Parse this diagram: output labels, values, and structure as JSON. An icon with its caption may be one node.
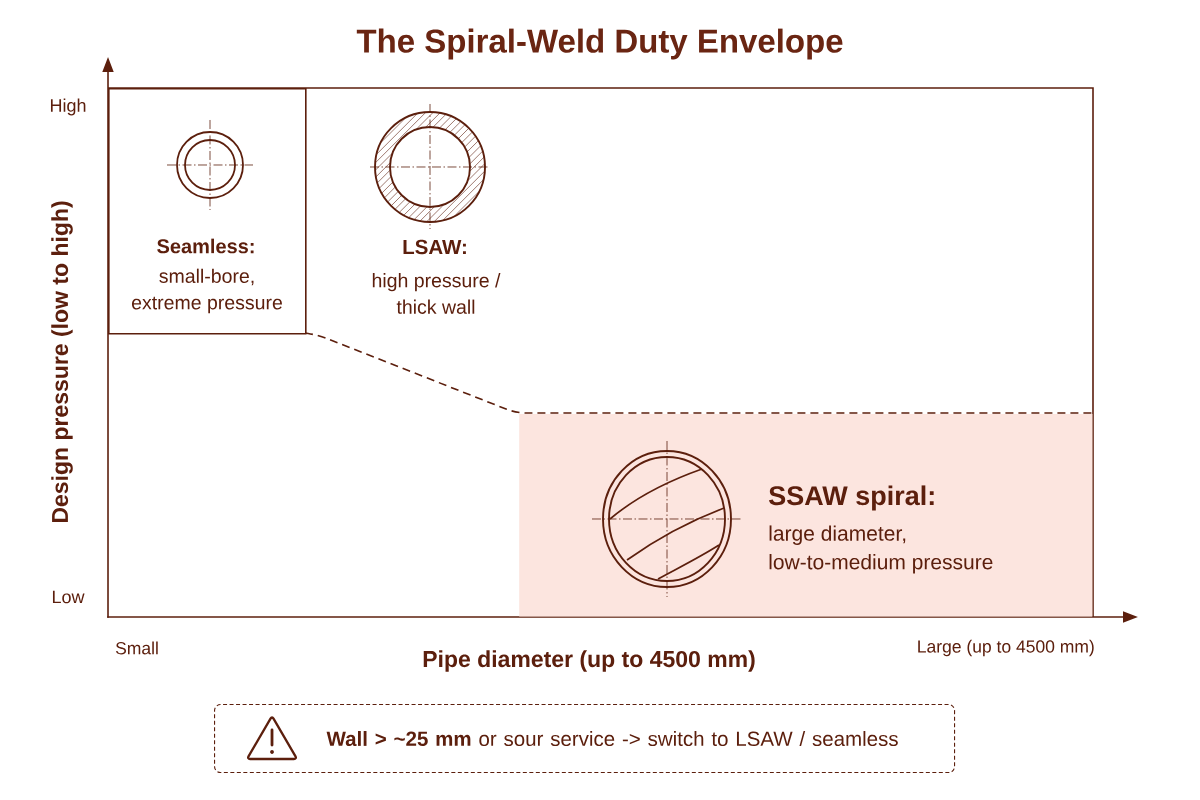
{
  "diagram": {
    "title": "The Spiral-Weld Duty Envelope",
    "nodes": [
      {
        "text": [
          "Seamless:",
          "small-bore, extreme pressure"
        ]
      },
      {
        "text": [
          "LSAW:",
          "high pressure / thick wall"
        ]
      },
      {
        "text": [
          "SSAW spiral:",
          "large diameter, low-to-medium pressure"
        ]
      },
      {
        "text": [
          "**Wall > ~25 mm** or sour service -> switch to LSAW / seamless"
        ]
      }
    ],
    "labels": [
      "High",
      "Design pressure (low to high)",
      "Low",
      "Small",
      "Pipe diameter (up to 4500 mm)",
      "Large (up to 4500 mm)"
    ]
  }
}
